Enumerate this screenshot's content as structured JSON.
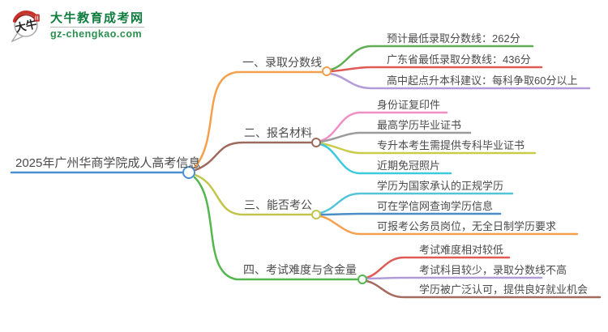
{
  "logo": {
    "icon_text": "大牛",
    "title": "大牛教育成考网",
    "domain": "gz-chengkao.com",
    "title_color": "#0f7c3e",
    "seal_color": "#c8322b"
  },
  "mindmap": {
    "root": {
      "label": "2025年广州华商学院成人高考信息",
      "color": "#4a90d2"
    },
    "branches": [
      {
        "label": "一、录取分数线",
        "color": "#f5a04d",
        "children": [
          {
            "label": "预计最低录取分数线：262分",
            "color": "#5fae53"
          },
          {
            "label": "广东省最低录取分数线：436分",
            "color": "#e05a55"
          },
          {
            "label": "高中起点升本科建议：每科争取60分以上",
            "color": "#b19cd9"
          }
        ]
      },
      {
        "label": "二、报名材料",
        "color": "#9d6a5e",
        "children": [
          {
            "label": "身份证复印件",
            "color": "#f18fc4"
          },
          {
            "label": "最高学历毕业证书",
            "color": "#9b9b9b"
          },
          {
            "label": "专升本考生需提供专科毕业证书",
            "color": "#c8cc4a"
          },
          {
            "label": "近期免冠照片",
            "color": "#3ec9de"
          }
        ]
      },
      {
        "label": "三、能否考公",
        "color": "#c3c54b",
        "children": [
          {
            "label": "学历为国家承认的正规学历",
            "color": "#54c4d8"
          },
          {
            "label": "可在学信网查询学历信息",
            "color": "#4b8ec7"
          },
          {
            "label": "可报考公务员岗位，无全日制学历要求",
            "color": "#f5a04d"
          }
        ]
      },
      {
        "label": "四、考试难度与含金量",
        "color": "#53b64f",
        "children": [
          {
            "label": "考试难度相对较低",
            "color": "#e05a55"
          },
          {
            "label": "考试科目较少，录取分数线不高",
            "color": "#b19cd9"
          },
          {
            "label": "学历被广泛认可，提供良好就业机会",
            "color": "#a56a5e"
          }
        ]
      }
    ]
  }
}
